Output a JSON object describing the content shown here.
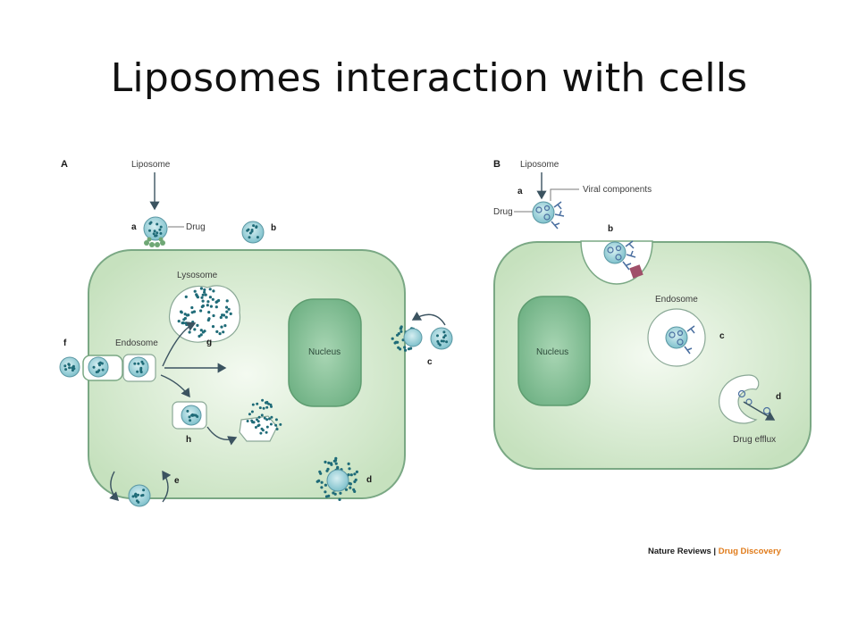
{
  "title": "Liposomes interaction with cells",
  "panel_a": {
    "panel_label": "A",
    "liposome_label": "Liposome",
    "drug_label": "Drug",
    "lysosome_label": "Lysosome",
    "endosome_label": "Endosome",
    "nucleus_label": "Nucleus",
    "step_a": "a",
    "step_b": "b",
    "step_c": "c",
    "step_d": "d",
    "step_e": "e",
    "step_f": "f",
    "step_g": "g",
    "step_h": "h"
  },
  "panel_b": {
    "panel_label": "B",
    "liposome_label": "Liposome",
    "viral_label": "Viral components",
    "drug_label": "Drug",
    "endosome_label": "Endosome",
    "nucleus_label": "Nucleus",
    "efflux_label": "Drug efflux",
    "step_a": "a",
    "step_b": "b",
    "step_c": "c",
    "step_d": "d"
  },
  "credit": {
    "journal": "Nature Reviews",
    "separator": " | ",
    "section": "Drug Discovery"
  },
  "colors": {
    "cell_fill": "#cfe6c8",
    "cell_stroke": "#7aa884",
    "nucleus_fill": "#7fbf93",
    "liposome_fill": "#8cc9d2",
    "drug_dot": "#1f6b78",
    "viral": "#4a6fa0",
    "receptor": "#a0506a",
    "credit_accent": "#e07b1a"
  }
}
